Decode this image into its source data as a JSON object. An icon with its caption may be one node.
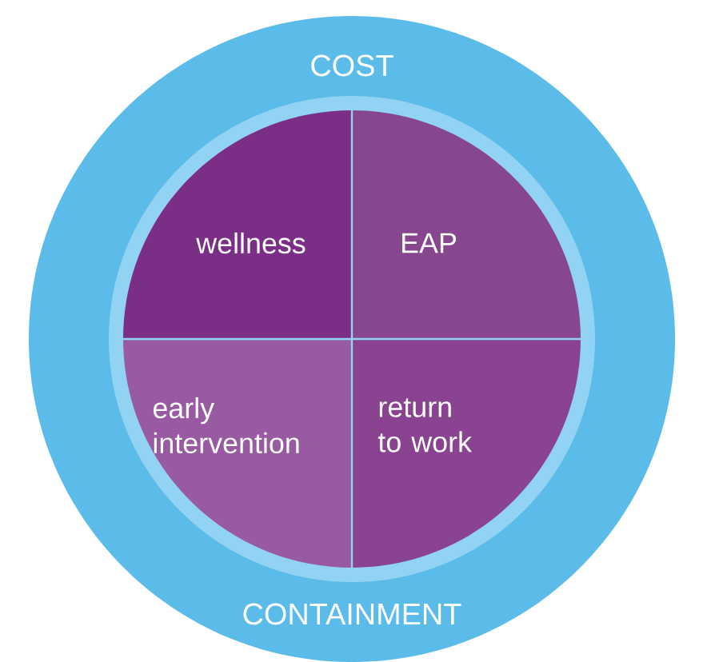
{
  "diagram": {
    "nodes": [
      {
        "text": [
          "COST",
          "CONTAINMENT"
        ]
      },
      {
        "text": [
          "wellness"
        ],
        "in": 0
      },
      {
        "text": [
          "EAP"
        ],
        "in": 0
      },
      {
        "text": [
          "early intervention"
        ],
        "in": 0
      },
      {
        "text": [
          "return to work"
        ],
        "in": 0
      }
    ]
  }
}
